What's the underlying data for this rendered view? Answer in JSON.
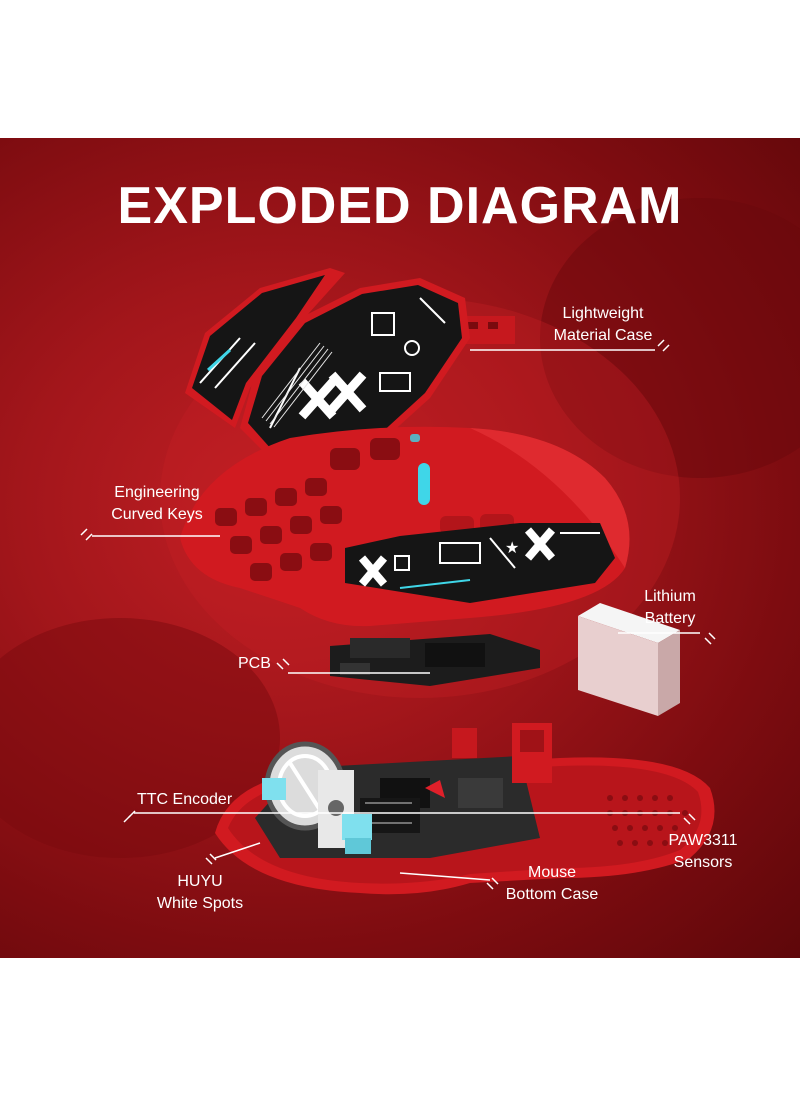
{
  "title": "EXPLODED DIAGRAM",
  "labels": {
    "case": "Lightweight\nMaterial Case",
    "keys": "Engineering\nCurved Keys",
    "battery": "Lithium\nBattery",
    "pcb": "PCB",
    "encoder": "TTC Encoder",
    "sensor": "PAW3311\nSensors",
    "switches": "HUYU\nWhite Spots",
    "bottom": "Mouse\nBottom Case"
  },
  "colors": {
    "background": "#a3161b",
    "mouse_red": "#d11a20",
    "skin_black": "#151515",
    "accent_cyan": "#3fd6e8",
    "text": "#ffffff"
  }
}
